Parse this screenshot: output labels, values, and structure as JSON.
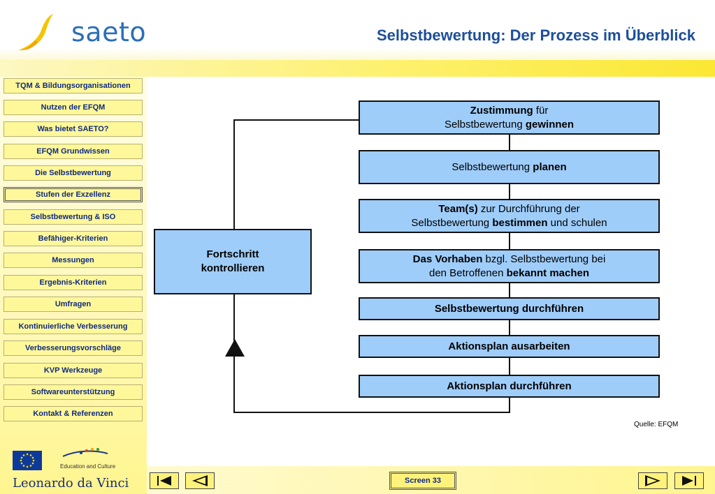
{
  "header": {
    "logo_text": "saeto",
    "title": "Selbstbewertung: Der Prozess im Überblick"
  },
  "sidebar": {
    "items": [
      {
        "label": "TQM & Bildungsorganisationen"
      },
      {
        "label": "Nutzen der EFQM"
      },
      {
        "label": "Was bietet SAETO?"
      },
      {
        "label": "EFQM Grundwissen"
      },
      {
        "label": "Die Selbstbewertung"
      },
      {
        "label": "Stufen der Exzellenz",
        "active": true
      },
      {
        "label": "Selbstbewertung & ISO"
      },
      {
        "label": "Befähiger-Kriterien"
      },
      {
        "label": "Messungen"
      },
      {
        "label": "Ergebnis-Kriterien"
      },
      {
        "label": "Umfragen"
      },
      {
        "label": "Kontinuierliche Verbesserung"
      },
      {
        "label": "Verbesserungsvorschläge"
      },
      {
        "label": "KVP Werkzeuge"
      },
      {
        "label": "Softwareunterstützung"
      },
      {
        "label": "Kontakt & Referenzen"
      }
    ],
    "footer_logos": {
      "education_text": "Education and Culture",
      "program_text": "Leonardo da Vinci"
    }
  },
  "diagram": {
    "steps": [
      {
        "pre": "",
        "b1": "Zustimmung",
        "mid": " für",
        "line2pre": "Selbstbewertung ",
        "b2": "gewinnen",
        "post": ""
      },
      {
        "pre": "Selbstbewertung ",
        "b1": "planen"
      },
      {
        "pre": "",
        "b1": "Team(s)",
        "mid": " zur Durchführung der",
        "line2pre": "Selbstbewertung ",
        "b2": "bestimmen",
        "post": " und schulen"
      },
      {
        "pre": "",
        "b1": "Das Vorhaben",
        "mid": " bzgl. Selbstbewertung bei",
        "line2pre": "den Betroffenen ",
        "b2": "bekannt machen",
        "post": ""
      },
      {
        "b1": "Selbstbewertung durchführen"
      },
      {
        "b1": "Aktionsplan ausarbeiten"
      },
      {
        "b1": "Aktionsplan durchführen"
      }
    ],
    "control_box": {
      "line1": "Fortschritt",
      "line2": "kontrollieren"
    },
    "source": "Quelle: EFQM"
  },
  "footer": {
    "screen_label": "Screen 33"
  }
}
